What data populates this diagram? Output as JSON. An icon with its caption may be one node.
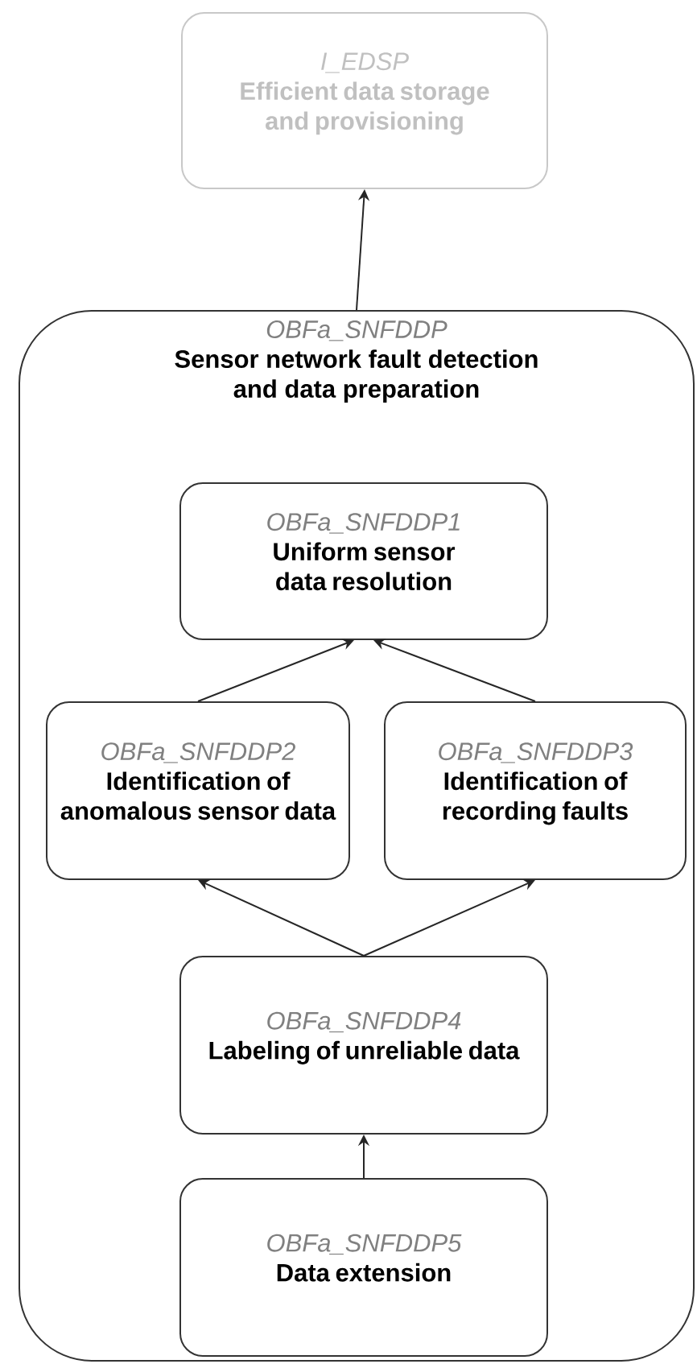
{
  "diagram": {
    "nodes": [
      {
        "text": [
          "*I_EDSP*",
          "Efficient data storage and provisioning"
        ]
      },
      {
        "text": [
          "*OBFa_SNFDDP*",
          "Sensor network fault detection and data preparation"
        ]
      },
      {
        "text": [
          "*OBFa_SNFDDP1*",
          "Uniform sensor data resolution"
        ],
        "in": 1
      },
      {
        "text": [
          "*OBFa_SNFDDP2*",
          "Identification of anomalous sensor data"
        ],
        "in": 1
      },
      {
        "text": [
          "*OBFa_SNFDDP3*",
          "Identification of recording faults"
        ],
        "in": 1
      },
      {
        "text": [
          "*OBFa_SNFDDP4*",
          "Labeling of unreliable data"
        ],
        "in": 1
      },
      {
        "text": [
          "*OBFa_SNFDDP5*",
          "Data extension"
        ],
        "in": 1
      }
    ],
    "edges": [
      {
        "from": 1,
        "to": 0,
        "arrow": "to"
      },
      {
        "from": 3,
        "to": 2,
        "arrow": "to"
      },
      {
        "from": 4,
        "to": 2,
        "arrow": "to"
      },
      {
        "from": 5,
        "to": 3,
        "arrow": "to"
      },
      {
        "from": 5,
        "to": 4,
        "arrow": "to"
      },
      {
        "from": 6,
        "to": 5,
        "arrow": "to"
      }
    ]
  }
}
